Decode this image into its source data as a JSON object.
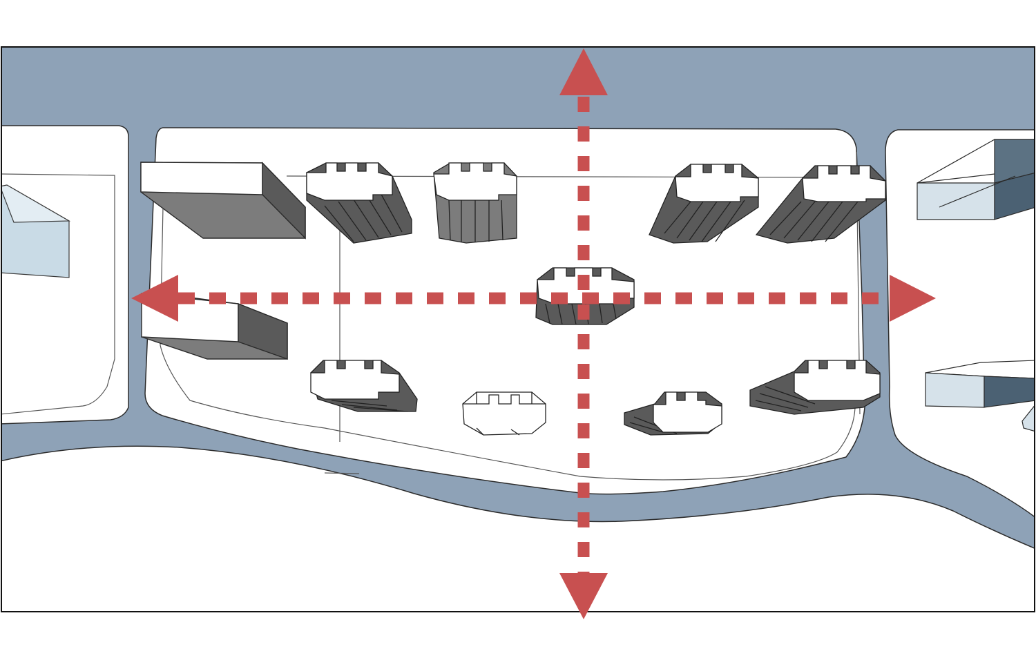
{
  "diagram": {
    "kind": "site-plan-axis-diagram",
    "colors": {
      "background": "#ffffff",
      "road": "#8ea2b7",
      "site_outline": "#3a3a3a",
      "building_top": "#ffffff",
      "building_side_dark": "#5a5a5a",
      "building_side_mid": "#7c7c7c",
      "neighbor_glass": "#c9dbe6",
      "neighbor_dark": "#4b6173",
      "axis": "#c85050"
    },
    "axes": [
      {
        "name": "north-south-axis",
        "direction": "vertical",
        "style": "dashed-double-arrow"
      },
      {
        "name": "east-west-axis",
        "direction": "horizontal",
        "style": "dashed-double-arrow"
      }
    ],
    "buildings": [
      {
        "name": "podium-block-northwest",
        "type": "slab"
      },
      {
        "name": "podium-block-west",
        "type": "slab"
      },
      {
        "name": "tower-row1-1",
        "type": "tower"
      },
      {
        "name": "tower-row1-2",
        "type": "tower"
      },
      {
        "name": "tower-row1-3",
        "type": "tower"
      },
      {
        "name": "tower-row1-4",
        "type": "tower"
      },
      {
        "name": "tower-center",
        "type": "tower"
      },
      {
        "name": "tower-row3-1",
        "type": "tower"
      },
      {
        "name": "tower-row3-2",
        "type": "tower"
      },
      {
        "name": "tower-row3-3",
        "type": "tower"
      },
      {
        "name": "tower-row3-4",
        "type": "tower"
      }
    ]
  }
}
